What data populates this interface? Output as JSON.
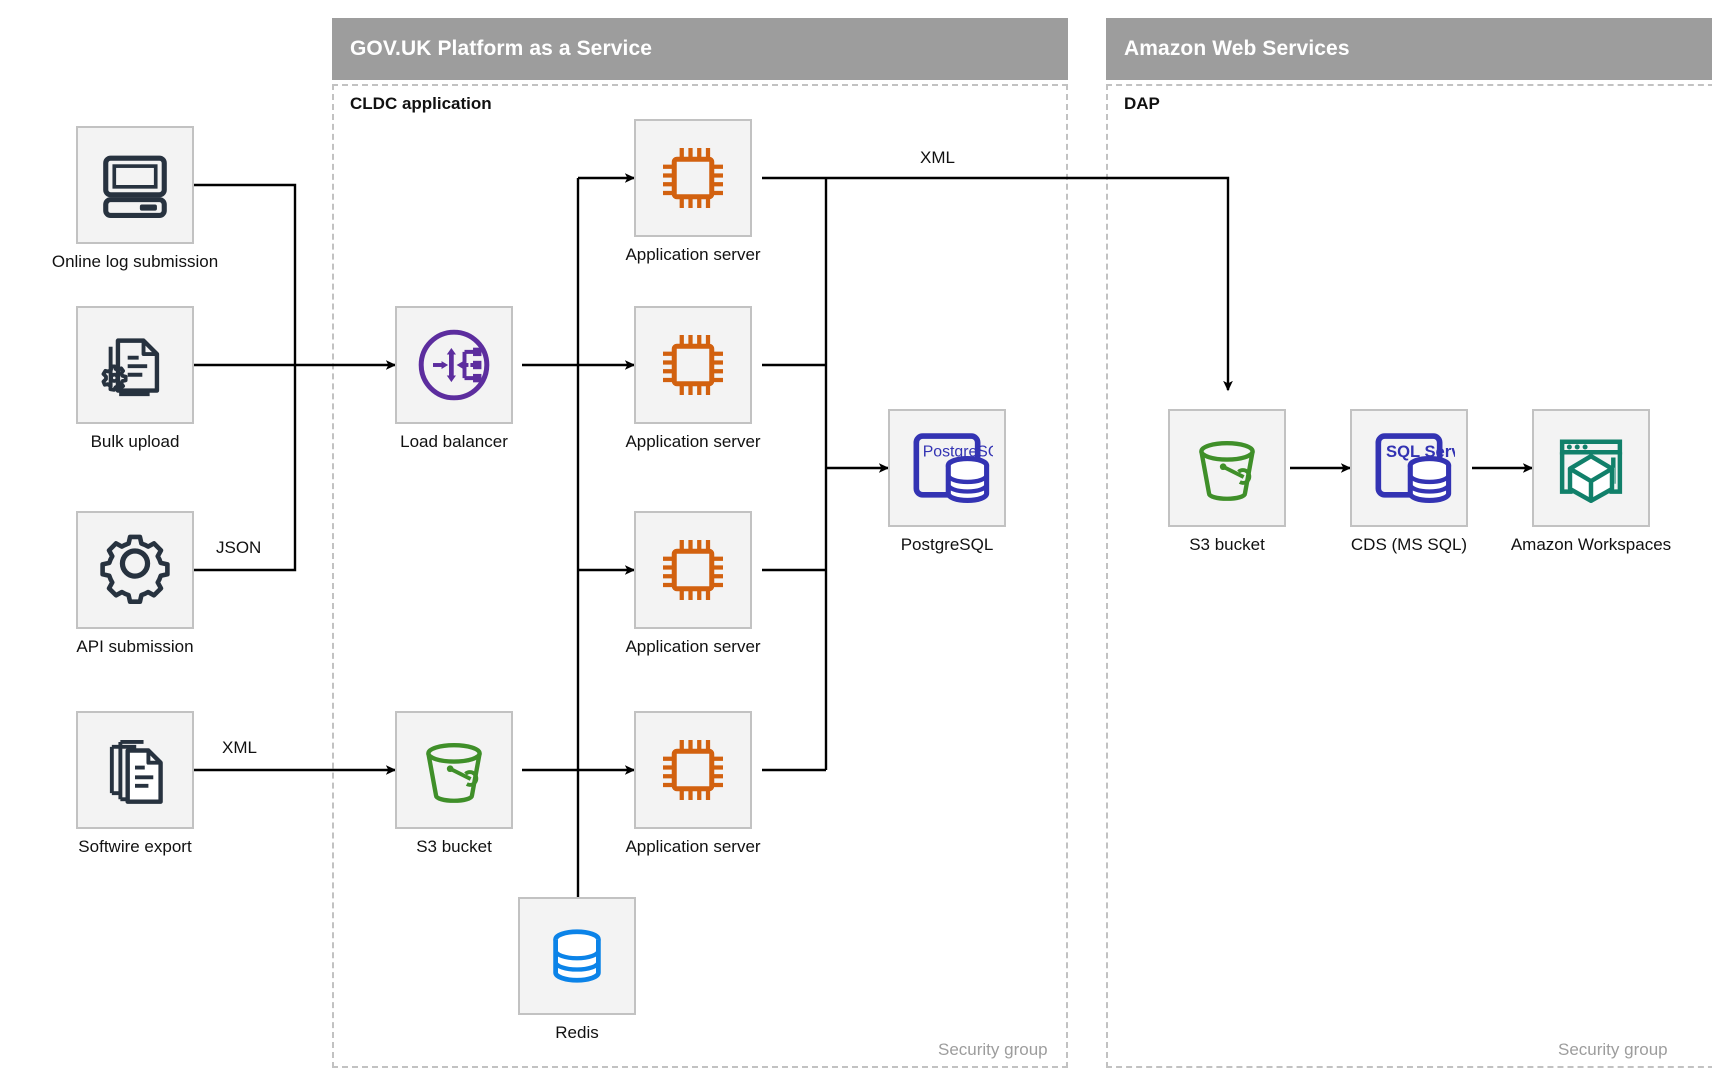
{
  "groups": [
    {
      "id": "paas",
      "title": "GOV.UK Platform as a Service",
      "sub_label": "CLDC application",
      "security_label": "Security group"
    },
    {
      "id": "aws",
      "title": "Amazon Web Services",
      "sub_label": "DAP",
      "security_label": "Security group"
    }
  ],
  "nodes": [
    {
      "id": "online-log-submission",
      "label": "Online log submission",
      "icon": "desktop-computer-icon",
      "color": "#27323f"
    },
    {
      "id": "bulk-upload",
      "label": "Bulk upload",
      "icon": "document-gear-icon",
      "color": "#27323f"
    },
    {
      "id": "api-submission",
      "label": "API submission",
      "icon": "gear-icon",
      "color": "#27323f"
    },
    {
      "id": "softwire-export",
      "label": "Softwire export",
      "icon": "document-stack-icon",
      "color": "#27323f"
    },
    {
      "id": "load-balancer",
      "label": "Load balancer",
      "icon": "load-balancer-icon",
      "color": "#5c2d9e"
    },
    {
      "id": "app-server-1",
      "label": "Application server",
      "icon": "cpu-chip-icon",
      "color": "#d2610f"
    },
    {
      "id": "app-server-2",
      "label": "Application server",
      "icon": "cpu-chip-icon",
      "color": "#d2610f"
    },
    {
      "id": "app-server-3",
      "label": "Application server",
      "icon": "cpu-chip-icon",
      "color": "#d2610f"
    },
    {
      "id": "app-server-4",
      "label": "Application server",
      "icon": "cpu-chip-icon",
      "color": "#d2610f"
    },
    {
      "id": "postgresql",
      "label": "PostgreSQL",
      "icon": "postgresql-database-icon",
      "color": "#3333b3",
      "icon_text": "PostgreSQL"
    },
    {
      "id": "s3-bucket-paas",
      "label": "S3 bucket",
      "icon": "s3-bucket-icon",
      "color": "#3f8f29"
    },
    {
      "id": "redis",
      "label": "Redis",
      "icon": "redis-database-icon",
      "color": "#0b83e8"
    },
    {
      "id": "s3-bucket-aws",
      "label": "S3 bucket",
      "icon": "s3-bucket-icon",
      "color": "#3f8f29"
    },
    {
      "id": "cds-ms-sql",
      "label": "CDS (MS SQL)",
      "icon": "sql-server-database-icon",
      "color": "#3333b3",
      "icon_text": "SQL Server"
    },
    {
      "id": "amazon-workspaces",
      "label": "Amazon Workspaces",
      "icon": "amazon-workspaces-icon",
      "color": "#11806a"
    }
  ],
  "edge_labels": [
    {
      "id": "json-label",
      "text": "JSON"
    },
    {
      "id": "xml-label-softwire",
      "text": "XML"
    },
    {
      "id": "xml-label-dap",
      "text": "XML"
    }
  ],
  "colors": {
    "header_band": "#9d9d9d",
    "tile_fill": "#f3f3f3",
    "tile_border": "#c2c2c2",
    "dashed_border": "#c2c2c2",
    "wire": "#000000",
    "text": "#111111",
    "muted_text": "#9d9d9d"
  }
}
